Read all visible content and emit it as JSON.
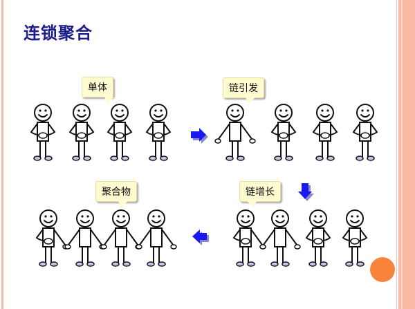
{
  "title": "连锁聚合",
  "callouts": {
    "monomer": "单体",
    "initiation": "链引发",
    "propagation": "链增长",
    "polymer": "聚合物"
  },
  "colors": {
    "title": "#1c1c8c",
    "arrow": "#1a1aee",
    "accent": "#f7843a"
  }
}
